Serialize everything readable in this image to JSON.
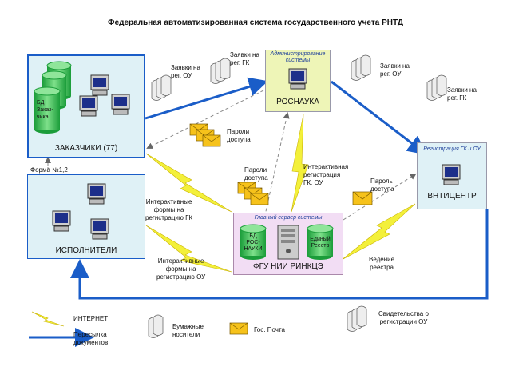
{
  "title": "Федеральная автоматизированная система государственного учета РНТД",
  "nodes": {
    "zakazchiki": {
      "label": "ЗАКАЗЧИКИ (77)",
      "db_label": "БД\nЗаказ-\nчика"
    },
    "form_label": "Форма №1,2",
    "ispolniteli": {
      "label": "ИСПОЛНИТЕЛИ"
    },
    "rosnauka": {
      "caption": "Администрирование системы",
      "label": "РОСНАУКА"
    },
    "vntic": {
      "caption": "Регистрация ГК и ОУ",
      "label": "ВНТИЦЕНТР"
    },
    "server": {
      "caption": "Главный сервер системы",
      "label": "ФГУ НИИ РИНКЦЭ",
      "db1": "БД\nРОС-\nНАУКИ",
      "db2": "Единый\nРеестр"
    }
  },
  "annotations": {
    "zayavki_ou_left": "Заявки на\nрег. ОУ",
    "zayavki_gk_top": "Заявки на\nрег. ГК",
    "zayavki_ou_right": "Заявки на\nрег. ОУ",
    "zayavki_gk_right": "Заявки на\nрег. ГК",
    "paroli_top": "Пароли\nдоступа",
    "paroli_mid": "Пароли\nдоступа",
    "interaktivnaya": "Интерактивная\nрегистрация\nГК, ОУ",
    "parol": "Пароль\nдоступа",
    "forms_gk": "Интерактивные\nформы на\nрегистрацию ГК",
    "forms_ou": "Интерактивные\nформы на\nрегистрацию ОУ",
    "vedenie": "Ведение\nреестра",
    "svidetelstva": "Свидетельства о\nрегистрации ОУ"
  },
  "legend": {
    "internet": "ИНТЕРНЕТ",
    "peresylka": "Пересылка\nдокументов",
    "bumazhnye": "Бумажные\nносители",
    "pochta": "Гос. Почта"
  }
}
